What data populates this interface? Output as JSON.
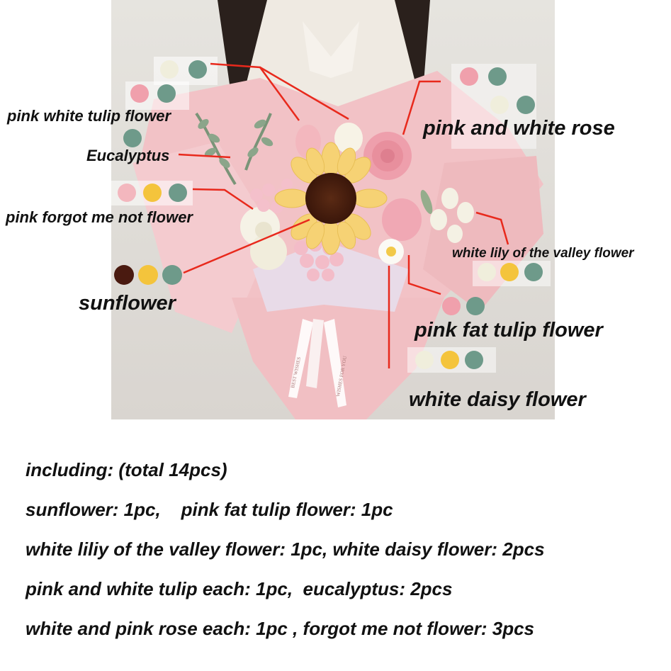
{
  "labels": {
    "pink_white_tulip": "pink white tulip flower",
    "eucalyptus": "Eucalyptus",
    "forgot_me_not": "pink forgot me not flower",
    "sunflower": "sunflower",
    "pink_white_rose": "pink and white rose",
    "lily_of_valley": "white lily of the valley flower",
    "pink_fat_tulip": "pink fat tulip flower",
    "white_daisy": "white daisy flower"
  },
  "ribbon_text": [
    "WISHES FOR YOU",
    "BEST WISHES"
  ],
  "description": {
    "lines": [
      "including: (total 14pcs)",
      "sunflower: 1pc,    pink fat tulip flower: 1pc",
      "white liliy of the valley flower: 1pc, white daisy flower: 2pcs",
      "pink and white tulip each: 1pc,  eucalyptus: 2pcs",
      "white and pink rose each: 1pc , forgot me not flower: 3pcs"
    ]
  },
  "colors": {
    "arrow": "#e8291c",
    "wrap_pink": "#f2c2c6",
    "yarn_teal": "#6e9a8a",
    "yarn_pink": "#f0a0ac",
    "yarn_cream": "#f0eedc",
    "yarn_yellow": "#f4c43c",
    "yarn_brown": "#4a1a10"
  }
}
